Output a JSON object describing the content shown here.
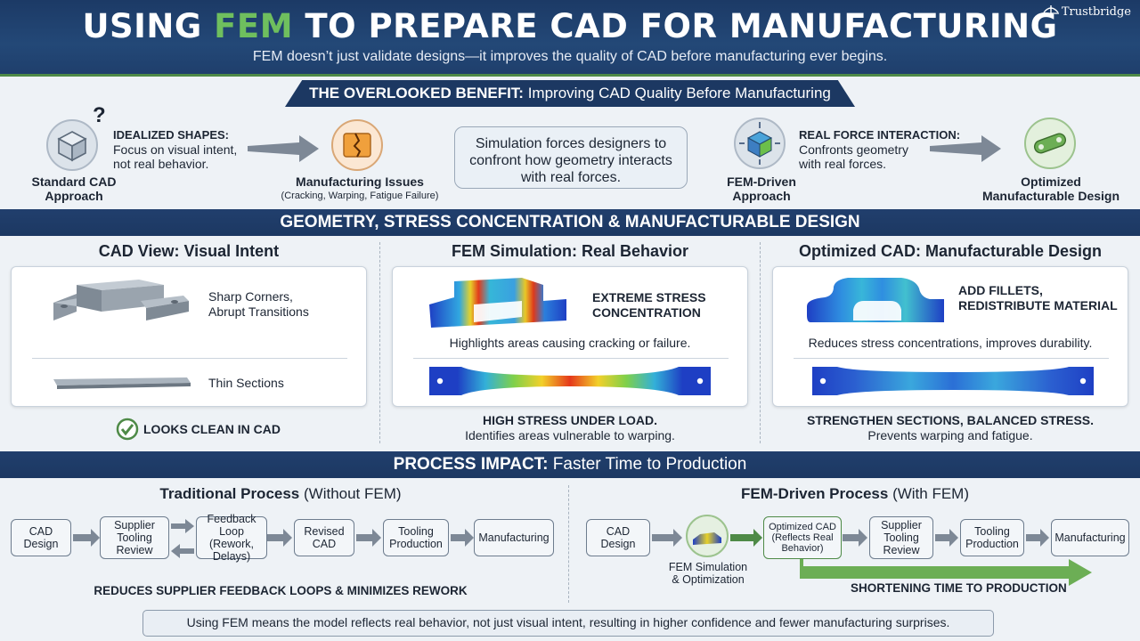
{
  "header": {
    "title_pre": "USING ",
    "title_hl": "FEM",
    "title_post": " TO PREPARE CAD FOR MANUFACTURING",
    "subtitle": "FEM doesn’t just validate designs—it improves the quality of CAD before manufacturing ever begins.",
    "brand": "Trustbridge"
  },
  "benefit": {
    "banner_bold": "THE OVERLOOKED BENEFIT:",
    "banner_light": " Improving CAD Quality Before Manufacturing",
    "standard_label_1": "Standard CAD",
    "standard_label_2": "Approach",
    "question_mark": "?",
    "idealized_title": "IDEALIZED SHAPES:",
    "idealized_1": "Focus on visual intent,",
    "idealized_2": "not real behavior.",
    "issues_title": "Manufacturing Issues",
    "issues_sub": "(Cracking, Warping, Fatigue Failure)",
    "bubble_1": "Simulation forces designers to",
    "bubble_2": "confront how geometry interacts",
    "bubble_3": "with real forces.",
    "fem_label_1": "FEM-Driven",
    "fem_label_2": "Approach",
    "real_title": "REAL FORCE INTERACTION:",
    "real_1": "Confronts geometry",
    "real_2": "with real forces.",
    "optimized_1": "Optimized",
    "optimized_2": "Manufacturable Design"
  },
  "geometry": {
    "banner": "GEOMETRY, STRESS CONCENTRATION & MANUFACTURABLE DESIGN",
    "cad": {
      "title": "CAD View: Visual Intent",
      "label_1a": "Sharp Corners,",
      "label_1b": "Abrupt Transitions",
      "label_2": "Thin Sections",
      "check_label": "LOOKS CLEAN IN CAD"
    },
    "fem": {
      "title": "FEM Simulation: Real Behavior",
      "stress_1": "EXTREME STRESS",
      "stress_2": "CONCENTRATION",
      "highlight": "Highlights areas causing cracking or failure.",
      "bottom_1": "HIGH STRESS UNDER LOAD.",
      "bottom_2": "Identifies areas vulnerable to warping."
    },
    "opt": {
      "title": "Optimized CAD: Manufacturable Design",
      "fillet_1": "ADD FILLETS,",
      "fillet_2": "REDISTRIBUTE MATERIAL",
      "reduces": "Reduces stress concentrations, improves durability.",
      "bottom_1": "STRENGTHEN SECTIONS, BALANCED STRESS.",
      "bottom_2": "Prevents warping and fatigue."
    }
  },
  "process": {
    "banner_bold": "PROCESS IMPACT:",
    "banner_light": " Faster Time to Production",
    "traditional": {
      "title_bold": "Traditional Process",
      "title_light": " (Without FEM)",
      "steps": [
        "CAD\nDesign",
        "Supplier\nTooling\nReview",
        "Feedback\nLoop (Rework,\nDelays)",
        "Revised\nCAD",
        "Tooling\nProduction",
        "Manufacturing"
      ],
      "note": "REDUCES SUPPLIER FEEDBACK LOOPS & MINIMIZES REWORK"
    },
    "fem": {
      "title_bold": "FEM-Driven Process",
      "title_light": " (With FEM)",
      "steps": [
        "CAD\nDesign",
        "Optimized CAD\n(Reflects Real\nBehavior)",
        "Supplier\nTooling\nReview",
        "Tooling\nProduction",
        "Manufacturing"
      ],
      "sim_1": "FEM Simulation",
      "sim_2": "& Optimization",
      "note": "SHORTENING TIME TO PRODUCTION"
    }
  },
  "footer": {
    "note": "Using FEM means the model reflects real behavior, not just visual intent, resulting in higher confidence and fewer manufacturing surprises."
  },
  "colors": {
    "navy": "#1c3862",
    "accent_green": "#4e8a47",
    "highlight_green": "#6fbf5e",
    "arrow_gray": "#7d8896"
  }
}
